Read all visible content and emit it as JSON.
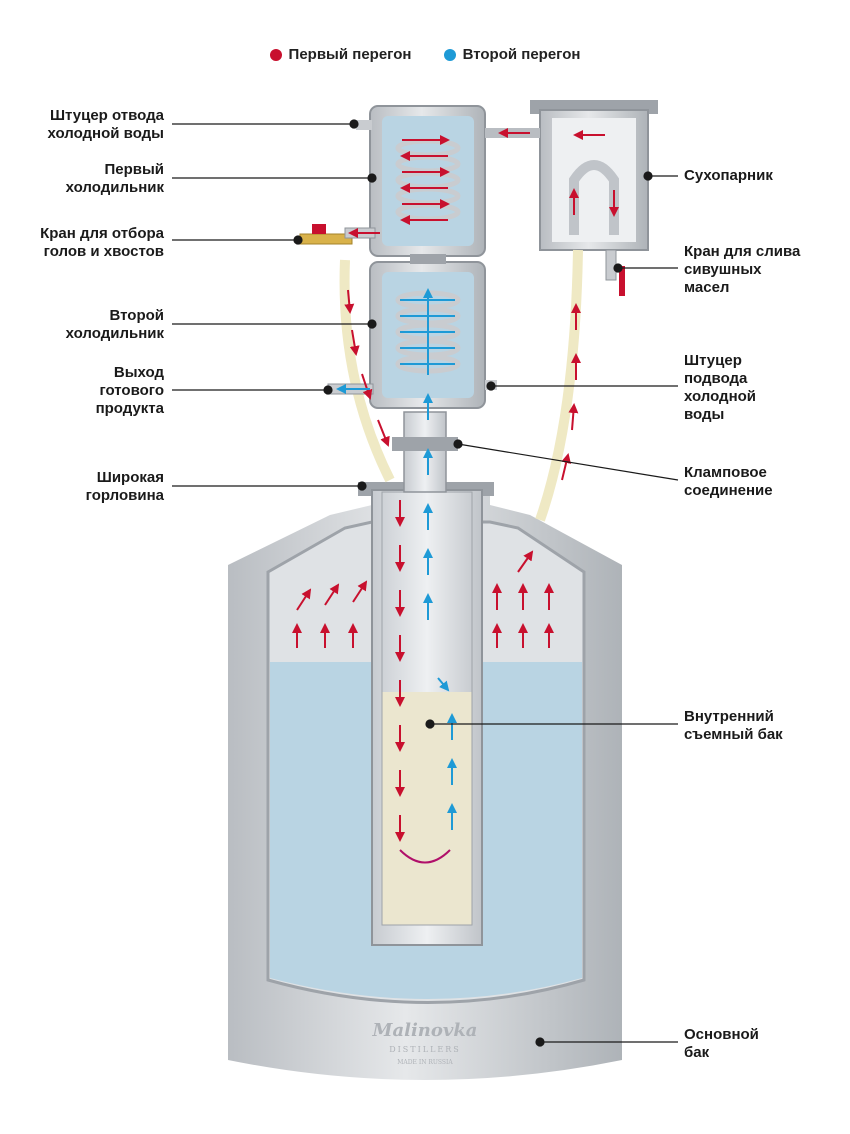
{
  "legend": {
    "first": {
      "label": "Первый перегон",
      "color": "#c8102e"
    },
    "second": {
      "label": "Второй перегон",
      "color": "#1e9ad6"
    }
  },
  "labels": {
    "cold_water_outlet": "Штуцер отвода\nхолодной воды",
    "first_condenser": "Первый\nхолодильник",
    "heads_tails_tap": "Кран для отбора\nголов и хвостов",
    "second_condenser": "Второй\nхолодильник",
    "product_outlet": "Выход\nготового\nпродукта",
    "wide_neck": "Широкая\nгорловина",
    "dry_steamer": "Сухопарник",
    "fusel_drain_tap": "Кран для слива\nсивушных\nмасел",
    "cold_water_inlet": "Штуцер\nподвода\nхолодной\nводы",
    "clamp_joint": "Кламповое\nсоединение",
    "inner_tank": "Внутренний\nсъемный бак",
    "main_tank": "Основной\nбак"
  },
  "logo": {
    "name": "Malinovka",
    "sub": "DISTILLERS",
    "tag": "MADE IN RUSSIA"
  },
  "colors": {
    "steel": "#c9ccd0",
    "steel_dark": "#9ea3a9",
    "water": "#b9d4e3",
    "mash": "#ebe6cf",
    "red": "#c8102e",
    "blue": "#1e9ad6",
    "hose": "#efe9c4"
  }
}
